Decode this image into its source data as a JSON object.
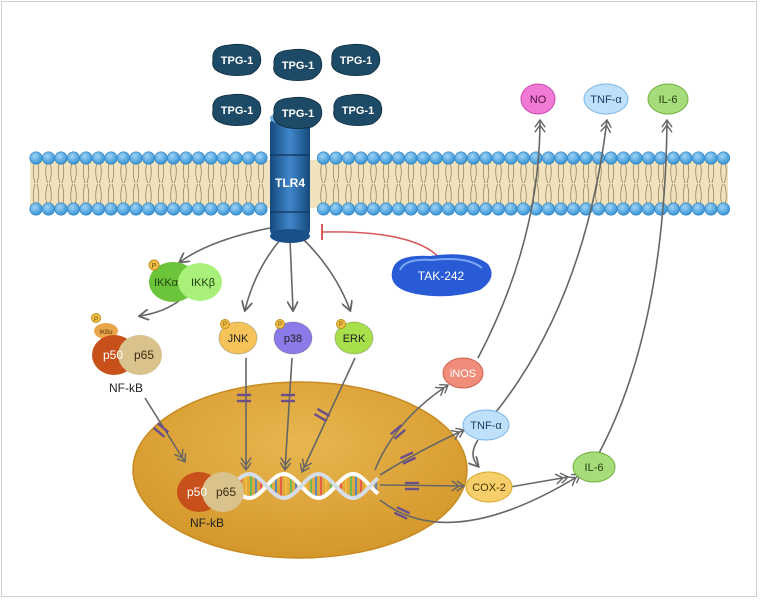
{
  "ligand": {
    "label": "TPG-1",
    "count": 6
  },
  "receptor": {
    "label": "TLR4"
  },
  "inhibitor": {
    "label": "TAK-242"
  },
  "ikk": {
    "alpha": "IKKα",
    "beta": "IKKβ",
    "p": "P"
  },
  "nfkb_cytoplasm": {
    "ikb": "IKBα",
    "p": "P",
    "p50": "p50",
    "p65": "p65",
    "label": "NF-kB"
  },
  "mapk": [
    {
      "label": "JNK",
      "p": "P",
      "color": "#f6c25a"
    },
    {
      "label": "p38",
      "p": "P",
      "color": "#8a7be8"
    },
    {
      "label": "ERK",
      "p": "P",
      "color": "#a8e04c"
    }
  ],
  "nfkb_nucleus": {
    "p50": "p50",
    "p65": "p65",
    "label": "NF-kB"
  },
  "products": {
    "inos": "iNOS",
    "tnf": "TNF-α",
    "cox2": "COX-2",
    "il6": "IL-6",
    "no_out": "NO",
    "tnf_out": "TNF-α",
    "il6_out": "IL-6"
  },
  "colors": {
    "membrane_head": "#4ea8e6",
    "membrane_tail": "#e9d7a8",
    "receptor": "#1f5f9e",
    "ligand": "#1d4a66",
    "nucleus": "#e0a83c",
    "inhibitor": "#2a5bd6",
    "inhibit_line": "#d85a5a",
    "arrow": "#666666"
  }
}
